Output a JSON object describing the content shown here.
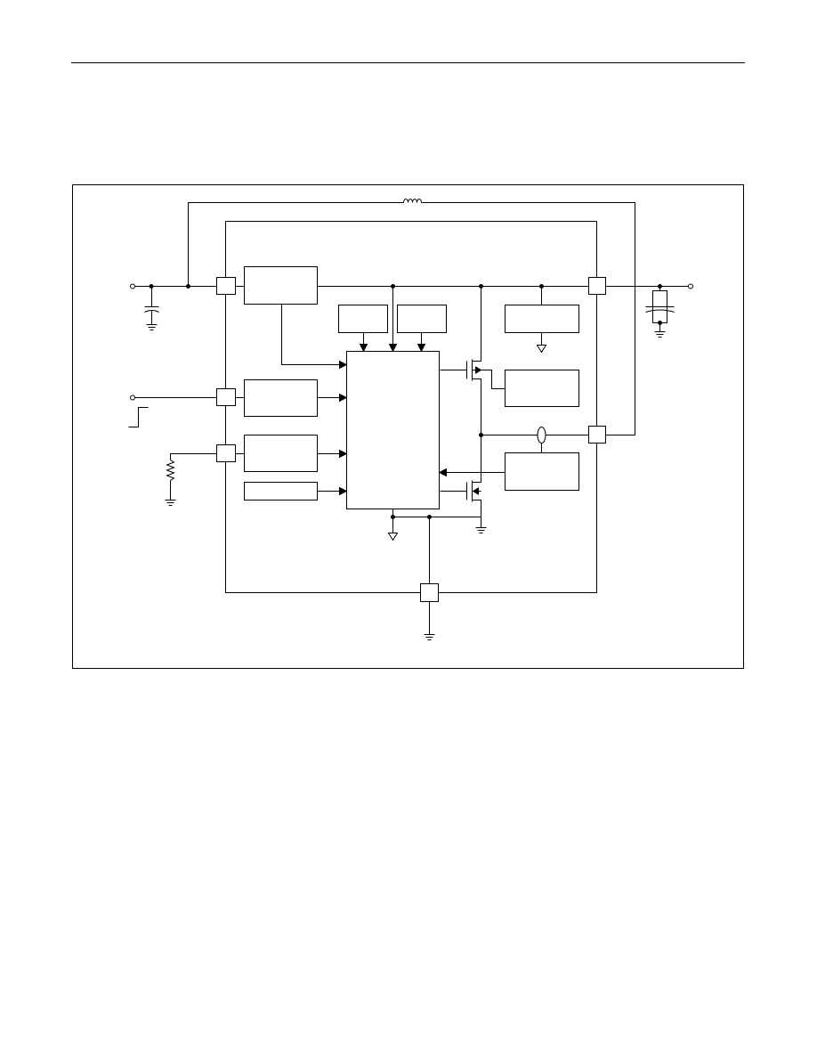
{
  "page": {
    "header_rule": true
  },
  "diagram": {
    "description_shown": false,
    "colors": {
      "line": "#000000",
      "background": "#ffffff"
    },
    "blocks": [
      {
        "id": "input-regulator-block",
        "label": ""
      },
      {
        "id": "reference-block-1",
        "label": ""
      },
      {
        "id": "reference-block-2",
        "label": ""
      },
      {
        "id": "output-bias-block",
        "label": ""
      },
      {
        "id": "control-logic-block",
        "label": ""
      },
      {
        "id": "enable-block",
        "label": ""
      },
      {
        "id": "current-set-block",
        "label": ""
      },
      {
        "id": "small-block",
        "label": ""
      },
      {
        "id": "high-side-driver-block",
        "label": ""
      },
      {
        "id": "current-sense-block",
        "label": ""
      }
    ],
    "pins": [
      {
        "id": "vin-pin",
        "label": ""
      },
      {
        "id": "en-pin",
        "label": ""
      },
      {
        "id": "rset-pin",
        "label": ""
      },
      {
        "id": "vout-pin",
        "label": ""
      },
      {
        "id": "lx-pin",
        "label": ""
      },
      {
        "id": "gnd-pin",
        "label": ""
      }
    ],
    "components": {
      "inductor": "inductor-icon",
      "input_capacitor": "capacitor-icon",
      "output_capacitor": "capacitor-icon",
      "resistor": "resistor-icon",
      "ground": "ground-icon",
      "pmos": "pmos-transistor-icon",
      "nmos": "nmos-transistor-icon",
      "step_signal": "step-signal-icon",
      "current_probe": "current-probe-icon"
    }
  }
}
